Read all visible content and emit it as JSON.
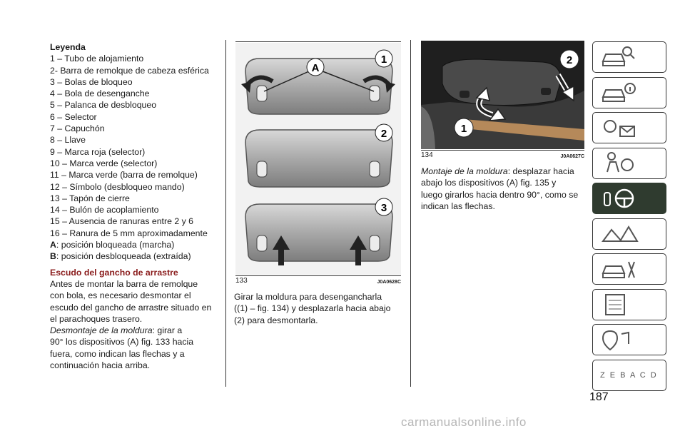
{
  "legend": {
    "title": "Leyenda",
    "items": [
      "1 – Tubo de alojamiento",
      "2- Barra de remolque de cabeza esférica",
      "3 – Bolas de bloqueo",
      "4 – Bola de desenganche",
      "5 – Palanca de desbloqueo",
      "6 – Selector",
      "7 – Capuchón",
      "8 – Llave",
      "9 – Marca roja (selector)",
      "10 – Marca verde (selector)",
      "11 – Marca verde (barra de remolque)",
      "12 – Símbolo (desbloqueo mando)",
      "13 – Tapón de cierre",
      "14 – Bulón de acoplamiento",
      "15 – Ausencia de ranuras entre 2 y 6",
      "16 – Ranura de 5 mm aproximadamente"
    ],
    "a_letter": "A",
    "a_text": ": posición bloqueada (marcha)",
    "b_letter": "B",
    "b_text": ": posición desbloqueada (extraída)"
  },
  "section": {
    "heading": "Escudo del gancho de arrastre",
    "lines": [
      "Antes de montar la barra de remolque",
      "con bola, es necesario desmontar el",
      "escudo del gancho de arrastre situado en",
      "el parachoques trasero."
    ],
    "step1_italic": "Desmontaje de la moldura",
    "step1_rest": ": girar a",
    "step1_lines": [
      "90° los dispositivos (A) fig. 133 hacia",
      "fuera, como indican las flechas y a",
      "continuación hacia arriba."
    ]
  },
  "figure133": {
    "number": "133",
    "code": "J0A0628C",
    "label_a": "A",
    "callouts": [
      "1",
      "2",
      "3"
    ],
    "text_lines": [
      "Girar la moldura para desengancharla",
      "((1) – fig. 134) y desplazarla hacia abajo",
      "(2) para desmontarla."
    ]
  },
  "figure134": {
    "number": "134",
    "code": "J0A0627C",
    "callouts": [
      "1",
      "2"
    ],
    "text_italic": "Montaje de la moldura",
    "text_rest": ": desplazar hacia",
    "text_lines": [
      "abajo los dispositivos (A) fig. 135 y",
      "luego girarlos hacia dentro 90°, como se",
      "indican las flechas."
    ]
  },
  "sidebar": {
    "tabs": [
      {
        "icon": "car-search-icon"
      },
      {
        "icon": "car-info-icon"
      },
      {
        "icon": "lights-message-icon"
      },
      {
        "icon": "seatbelt-airbag-icon"
      },
      {
        "icon": "key-steering-wheel-icon",
        "active": true
      },
      {
        "icon": "road-warning-icon"
      },
      {
        "icon": "car-tools-icon"
      },
      {
        "icon": "specifications-list-icon"
      },
      {
        "icon": "multimedia-navigation-icon"
      },
      {
        "icon": "alphabetical-index-icon"
      }
    ],
    "index_letters": "Z E B A C D"
  },
  "page_number": "187",
  "watermark": "carmanualsonline.info",
  "colors": {
    "heading": "#8a1c1c",
    "active_tab": "#2f3b2f"
  }
}
